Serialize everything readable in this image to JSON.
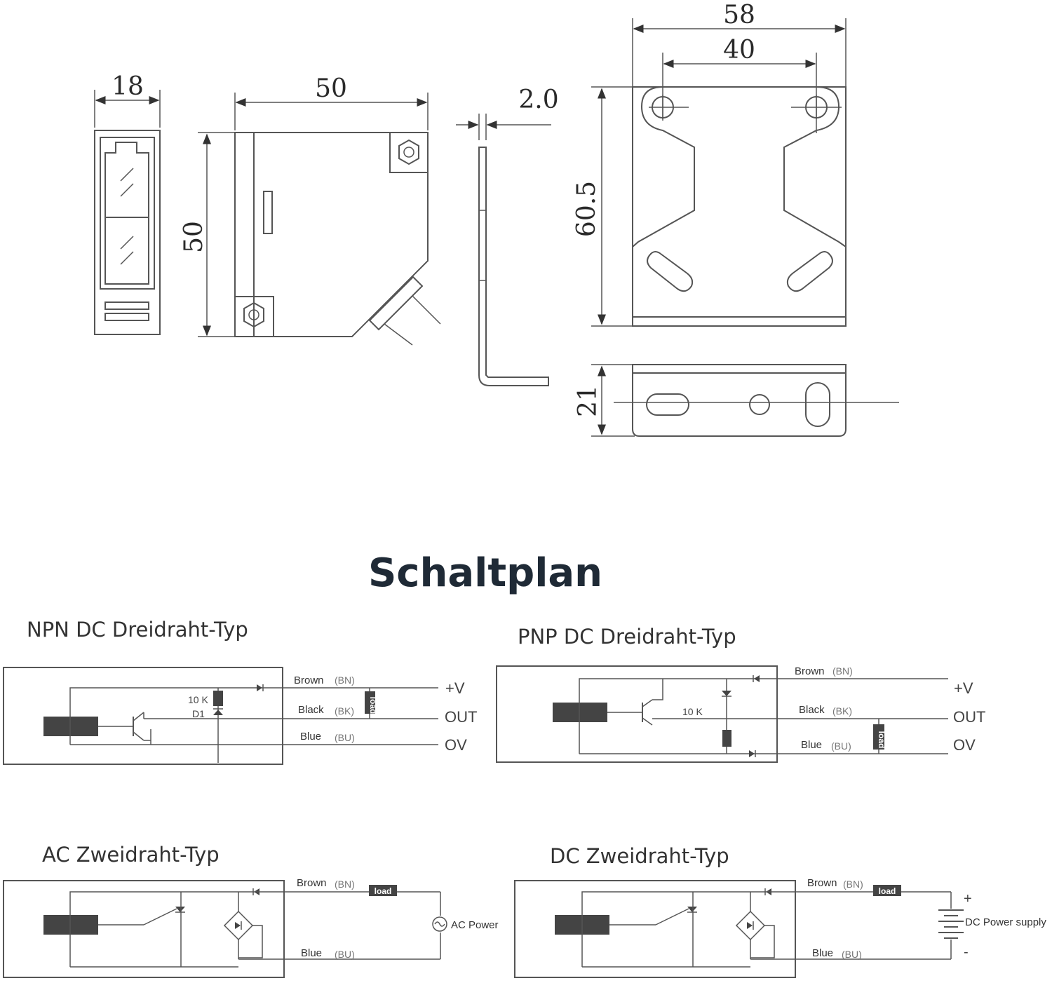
{
  "dimensions": {
    "sensor_width": "18",
    "sensor_length": "50",
    "sensor_height": "50",
    "bracket_thickness": "2.0",
    "bracket_width": "58",
    "bracket_hole_spacing": "40",
    "bracket_height": "60.5",
    "bracket_depth": "21"
  },
  "title": "Schaltplan",
  "diagrams": {
    "npn": {
      "title": "NPN DC Dreidraht-Typ",
      "resistor": "10 K",
      "diode": "D1",
      "brown": "Brown",
      "brown_code": "(BN)",
      "black": "Black",
      "black_code": "(BK)",
      "blue": "Blue",
      "blue_code": "(BU)",
      "load": "load",
      "pos": "+V",
      "out": "OUT",
      "zero": "OV"
    },
    "pnp": {
      "title": "PNP DC Dreidraht-Typ",
      "resistor": "10 K",
      "brown": "Brown",
      "brown_code": "(BN)",
      "black": "Black",
      "black_code": "(BK)",
      "blue": "Blue",
      "blue_code": "(BU)",
      "load": "load",
      "pos": "+V",
      "out": "OUT",
      "zero": "OV"
    },
    "ac2": {
      "title": "AC Zweidraht-Typ",
      "brown": "Brown",
      "brown_code": "(BN)",
      "blue": "Blue",
      "blue_code": "(BU)",
      "load": "load",
      "power": "AC Power"
    },
    "dc2": {
      "title": "DC Zweidraht-Typ",
      "brown": "Brown",
      "brown_code": "(BN)",
      "blue": "Blue",
      "blue_code": "(BU)",
      "load": "load",
      "power": "DC Power supply",
      "plus": "+",
      "minus": "-"
    }
  },
  "colors": {
    "title": "#1f2a36",
    "lines": "#555555",
    "emitter": "#444444"
  }
}
